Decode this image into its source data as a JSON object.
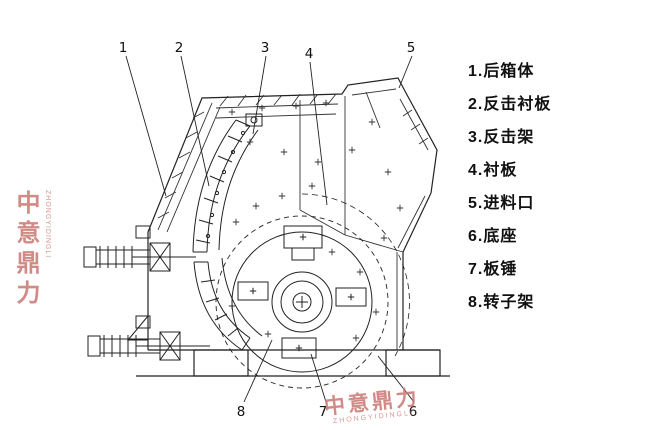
{
  "callouts": [
    "1",
    "2",
    "3",
    "4",
    "5",
    "6",
    "7",
    "8"
  ],
  "legend": {
    "items": [
      "1.后箱体",
      "2.反击衬板",
      "3.反击架",
      "4.衬板",
      "5.进料口",
      "6.底座",
      "7.板锤",
      "8.转子架"
    ]
  },
  "watermarks": {
    "color": "#c97672",
    "left": {
      "text": "中意鼎力",
      "subtext": "ZHONGYIDINGLI"
    },
    "bottom_right": {
      "text": "中意鼎力",
      "subtext": "ZHONGYIDINGLI"
    }
  }
}
